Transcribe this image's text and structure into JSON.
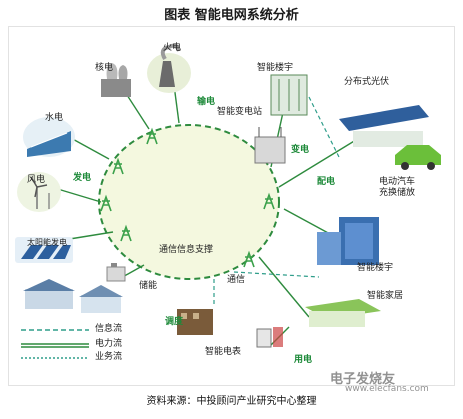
{
  "title": "图表  智能电网系统分析",
  "source": "资料来源：中投顾问产业研究中心整理",
  "hub_label": "通信信息支撑",
  "nodes": {
    "nuclear": "核电",
    "fire": "火电",
    "hydro": "水电",
    "wind": "风电",
    "solar": "太阳能发电",
    "storage": "储能",
    "smart_building_top": "智能楼宇",
    "smart_substation": "智能变电站",
    "distributed_pv": "分布式光伏",
    "ev_charging": "电动汽车\n充换储放",
    "communication": "通信",
    "smart_building_right": "智能楼宇",
    "smart_home": "智能家居",
    "smart_meter": "智能电表"
  },
  "process_labels": {
    "generation": "发电",
    "transmission": "输电",
    "transformation": "变电",
    "distribution": "配电",
    "consumption": "用电",
    "dispatch": "调度"
  },
  "legend": {
    "info_flow": "信息流",
    "power_flow": "电力流",
    "business_flow": "业务流"
  },
  "watermark": "电子发烧友",
  "watermark_url": "www.elecfans.com",
  "colors": {
    "power_line": "#2e8b3e",
    "info_line": "#2e9d8a",
    "tower": "#3aa04a",
    "hub_fill": "#f4f8df",
    "label_green": "#1e8a3a"
  }
}
